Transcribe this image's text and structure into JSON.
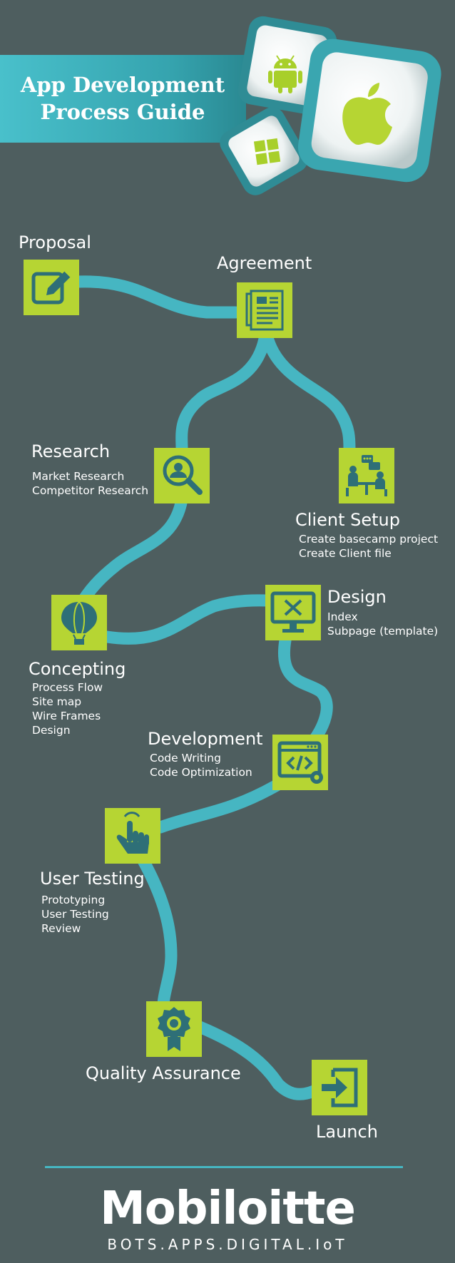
{
  "header": {
    "title_line1": "App Development",
    "title_line2": "Process Guide",
    "platform_icons": [
      "android-icon",
      "windows-icon",
      "apple-icon"
    ]
  },
  "steps": {
    "proposal": {
      "title": "Proposal",
      "icon": "pencil-edit-icon"
    },
    "agreement": {
      "title": "Agreement",
      "icon": "documents-icon"
    },
    "research": {
      "title": "Research",
      "icon": "magnifier-person-icon",
      "items": [
        "Market Research",
        "Competitor Research"
      ]
    },
    "client_setup": {
      "title": "Client Setup",
      "icon": "meeting-icon",
      "items": [
        "Create basecamp project",
        "Create Client file"
      ]
    },
    "design": {
      "title": "Design",
      "icon": "monitor-design-icon",
      "items": [
        "Index",
        "Subpage (template)"
      ]
    },
    "concepting": {
      "title": "Concepting",
      "icon": "hot-air-balloon-icon",
      "items": [
        "Process Flow",
        "Site map",
        "Wire Frames",
        "Design"
      ]
    },
    "development": {
      "title": "Development",
      "icon": "code-window-icon",
      "items": [
        "Code Writing",
        "Code Optimization"
      ]
    },
    "user_testing": {
      "title": "User Testing",
      "icon": "tap-hand-icon",
      "items": [
        "Prototyping",
        "User Testing",
        "Review"
      ]
    },
    "quality_assurance": {
      "title": "Quality Assurance",
      "icon": "award-badge-icon"
    },
    "launch": {
      "title": "Launch",
      "icon": "sign-in-arrow-icon"
    }
  },
  "footer": {
    "brand": "Mobiloitte",
    "tagline": "BOTS.APPS.DIGITAL.IoT"
  },
  "colors": {
    "background": "#4e5e5f",
    "path": "#46b6c2",
    "icon_box": "#b6d533",
    "icon_glyph": "#2e6f77",
    "banner": "#3aa9b5"
  }
}
